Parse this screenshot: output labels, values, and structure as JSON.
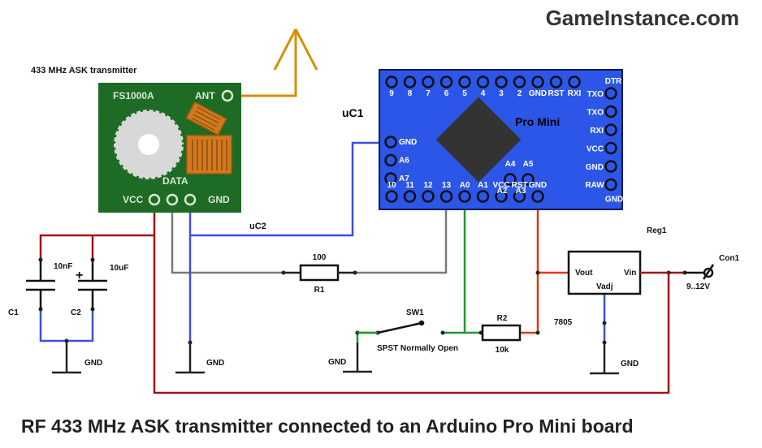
{
  "site": "GameInstance.com",
  "caption": "RF 433 MHz ASK transmitter connected to an Arduino Pro Mini board",
  "transmitter": {
    "title": "433 MHz ASK transmitter",
    "model": "FS1000A",
    "pins": {
      "ant": "ANT",
      "data": "DATA",
      "vcc": "VCC",
      "gnd": "GND"
    }
  },
  "arduino": {
    "ref": "uC1",
    "name": "Pro Mini",
    "top_pins": [
      "9",
      "8",
      "7",
      "6",
      "5",
      "4",
      "3",
      "2",
      "GND",
      "RST",
      "RXI",
      "DTR"
    ],
    "right_pins": [
      "TXO",
      "TXO",
      "RXI",
      "VCC",
      "GND",
      "GND"
    ],
    "left_pins": [
      "GND",
      "A6",
      "A7"
    ],
    "inner_pins": [
      "A4",
      "A5",
      "A2",
      "A3"
    ],
    "bottom_pins": [
      "10",
      "11",
      "12",
      "13",
      "A0",
      "A1",
      "VCC",
      "RST",
      "GND",
      "RAW"
    ]
  },
  "components": {
    "c1": {
      "ref": "C1",
      "value": "10nF"
    },
    "c2": {
      "ref": "C2",
      "value": "10uF",
      "polarity": "+"
    },
    "r1": {
      "ref": "R1",
      "value": "100"
    },
    "r2": {
      "ref": "R2",
      "value": "10k"
    },
    "sw1": {
      "ref": "SW1",
      "desc": "SPST Normally Open"
    },
    "reg1": {
      "ref": "Reg1",
      "part": "7805",
      "vout": "Vout",
      "vin": "Vin",
      "vadj": "Vadj"
    },
    "con1": {
      "ref": "Con1",
      "voltage": "9..12V"
    }
  },
  "nets": {
    "uc2": "uC2",
    "gnd": "GND"
  },
  "colors": {
    "board_blue": "#2b56e8",
    "module_green": "#1e6b26",
    "antenna": "#d4900a",
    "wire_red": "#a01414",
    "wire_blue": "#3c50e0",
    "wire_gray": "#7a7a7a",
    "wire_green": "#1e9a2e",
    "wire_orange_red": "#e03a14"
  }
}
